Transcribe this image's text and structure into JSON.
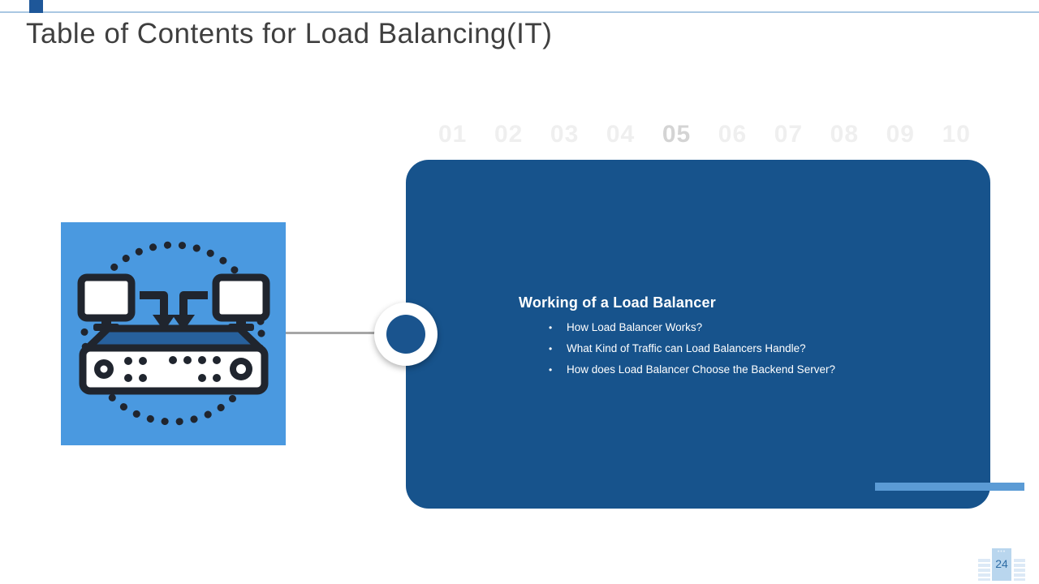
{
  "slide": {
    "title": "Table of Contents for Load Balancing(IT)",
    "page_number": "24"
  },
  "toc_numbers": {
    "items": [
      "01",
      "02",
      "03",
      "04",
      "05",
      "06",
      "07",
      "08",
      "09",
      "10"
    ],
    "active": "05"
  },
  "content_panel": {
    "heading": "Working of a Load Balancer",
    "bullets": [
      "How Load Balancer Works?",
      "What Kind of Traffic can Load Balancers Handle?",
      "How does Load Balancer Choose the Backend Server?"
    ]
  },
  "icon": {
    "name": "load-balancer-icon",
    "description": "two monitors with arrows pointing down into a network load balancer appliance, surrounded by a dotted circle"
  },
  "colors": {
    "panel_blue": "#17538c",
    "icon_tile_blue": "#4a99e0",
    "accent_light_blue": "#5b9bd5",
    "top_line_blue": "#a9c7e2",
    "top_square_blue": "#1e5799",
    "number_inactive_gray": "#efefef",
    "number_active_gray": "#d4d4d4",
    "title_text_gray": "#3f3f3f",
    "connector_gray": "#a6a6a6",
    "node_inner_blue": "#1a548e",
    "pageno_text_blue": "#2e6da5"
  }
}
